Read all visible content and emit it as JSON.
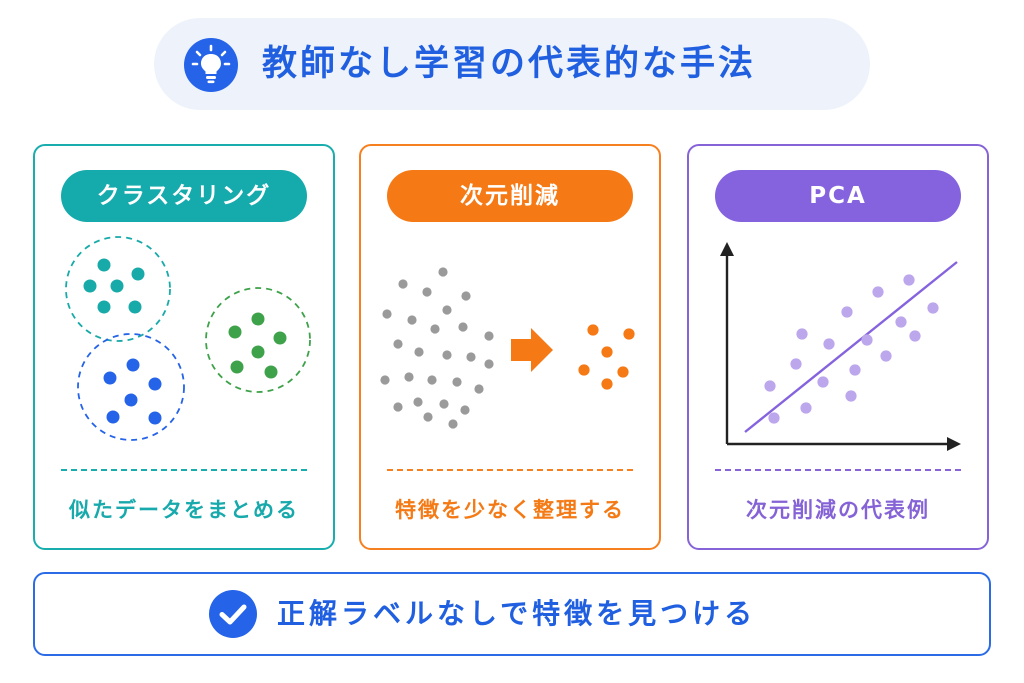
{
  "header": {
    "title": "教師なし学習の代表的な手法",
    "icon": "lightbulb-icon",
    "accent_color": "#1f5fe0"
  },
  "cards": [
    {
      "label": "クラスタリング",
      "caption": "似たデータをまとめる",
      "color": "#15aaac",
      "illustration": "clusters",
      "cluster_colors": [
        "#17aaa9",
        "#3ea24a",
        "#2563e8"
      ]
    },
    {
      "label": "次元削減",
      "caption": "特徴を少なく整理する",
      "color": "#f57a16",
      "illustration": "many-dots-to-few-dots",
      "dot_color": "#9a9a9a"
    },
    {
      "label": "PCA",
      "caption": "次元削減の代表例",
      "color": "#8563de",
      "illustration": "scatter-with-principal-axis",
      "dot_color": "#bca6ec"
    }
  ],
  "footer": {
    "text": "正解ラベルなしで特徴を見つける",
    "icon": "checkmark-circle-icon",
    "color": "#2b6be6"
  }
}
